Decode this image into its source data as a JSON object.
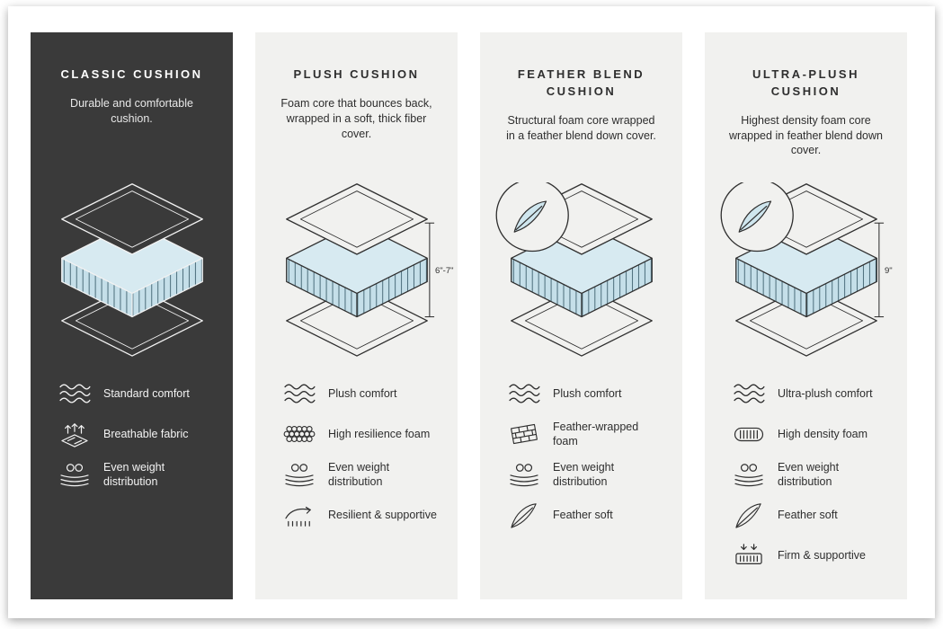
{
  "colors": {
    "dark_card": "#3a3a3a",
    "light_card": "#f1f1ef",
    "foam_top": "#d7eaf1",
    "foam_side": "#c5dfe9",
    "accent_blue": "#cfe6ee"
  },
  "cards": [
    {
      "id": "classic",
      "title": "CLASSIC CUSHION",
      "description": "Durable and comfortable cushion.",
      "diagram": {
        "feather_badge": false,
        "measurement": ""
      },
      "features": [
        {
          "icon": "wave-icon",
          "label": "Standard comfort"
        },
        {
          "icon": "breathable-icon",
          "label": "Breathable fabric"
        },
        {
          "icon": "even-weight-icon",
          "label": "Even weight distribution"
        }
      ]
    },
    {
      "id": "plush",
      "title": "PLUSH CUSHION",
      "description": "Foam core that bounces back, wrapped in a soft, thick fiber cover.",
      "diagram": {
        "feather_badge": false,
        "measurement": "6\"-7\""
      },
      "features": [
        {
          "icon": "wave-icon",
          "label": "Plush comfort"
        },
        {
          "icon": "foam-cells-icon",
          "label": "High resilience foam"
        },
        {
          "icon": "even-weight-icon",
          "label": "Even weight distribution"
        },
        {
          "icon": "spring-icon",
          "label": "Resilient & supportive"
        }
      ]
    },
    {
      "id": "feather-blend",
      "title": "FEATHER BLEND CUSHION",
      "description": "Structural foam core wrapped in a feather blend down cover.",
      "diagram": {
        "feather_badge": true,
        "measurement": ""
      },
      "features": [
        {
          "icon": "wave-icon",
          "label": "Plush comfort"
        },
        {
          "icon": "bricks-icon",
          "label": "Feather-wrapped foam"
        },
        {
          "icon": "even-weight-icon",
          "label": "Even weight distribution"
        },
        {
          "icon": "feather-icon",
          "label": "Feather soft"
        }
      ]
    },
    {
      "id": "ultra-plush",
      "title": "ULTRA-PLUSH CUSHION",
      "description": "Highest density foam core wrapped in feather blend down cover.",
      "diagram": {
        "feather_badge": true,
        "measurement": "9\""
      },
      "features": [
        {
          "icon": "wave-icon",
          "label": "Ultra-plush comfort"
        },
        {
          "icon": "density-icon",
          "label": "High density foam"
        },
        {
          "icon": "even-weight-icon",
          "label": "Even weight distribution"
        },
        {
          "icon": "feather-icon",
          "label": "Feather soft"
        },
        {
          "icon": "firm-icon",
          "label": "Firm & supportive"
        }
      ]
    }
  ]
}
